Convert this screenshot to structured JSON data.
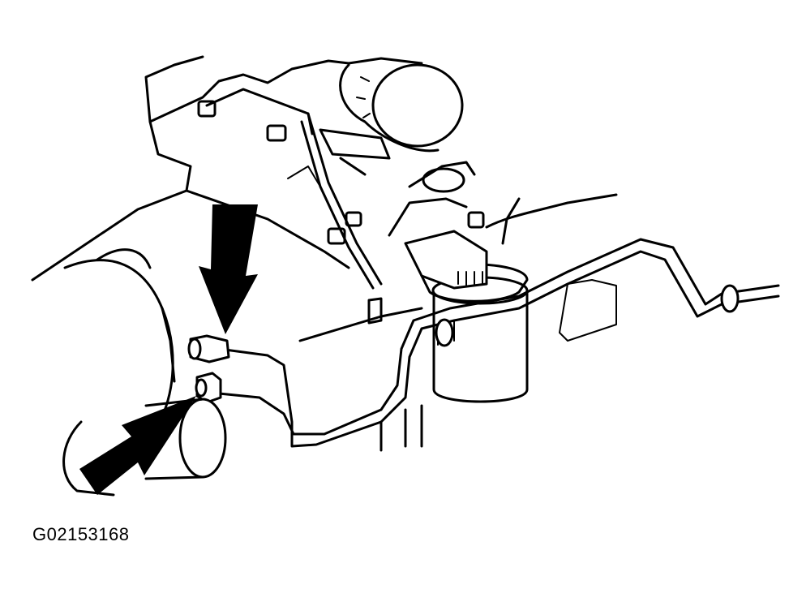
{
  "figure": {
    "id_label": "G02153168"
  },
  "colors": {
    "ink": "#000000",
    "paper": "#ffffff"
  },
  "callouts": [
    {
      "name": "arrow-pointing-down",
      "icon": "down-arrow-icon"
    },
    {
      "name": "arrow-pointing-up-right",
      "icon": "diagonal-arrow-icon"
    }
  ]
}
